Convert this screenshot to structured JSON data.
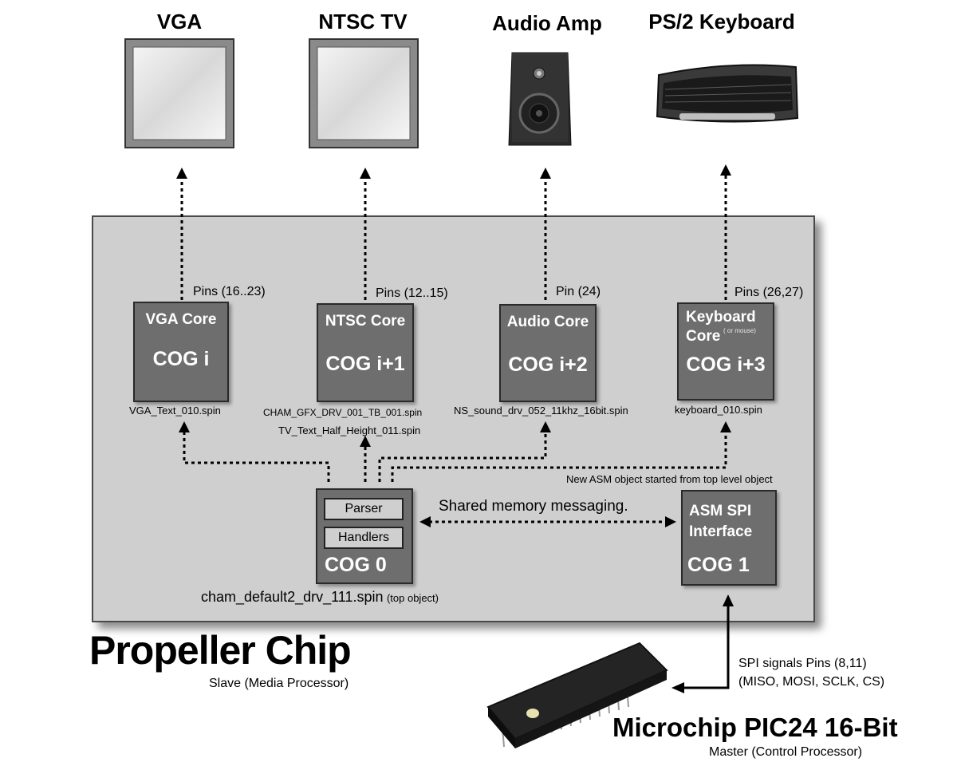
{
  "devices": {
    "vga": "VGA",
    "ntsc": "NTSC TV",
    "audio": "Audio Amp",
    "keyboard": "PS/2 Keyboard"
  },
  "cores": {
    "vga": {
      "name": "VGA Core",
      "cog": "COG i",
      "pins": "Pins (16..23)",
      "file": "VGA_Text_010.spin"
    },
    "ntsc": {
      "name": "NTSC Core",
      "cog": "COG i+1",
      "pins": "Pins (12..15)",
      "file": "CHAM_GFX_DRV_001_TB_001.spin",
      "file2": "TV_Text_Half_Height_011.spin"
    },
    "audio": {
      "name": "Audio Core",
      "cog": "COG i+2",
      "pins": "Pin (24)",
      "file": "NS_sound_drv_052_11khz_16bit.spin"
    },
    "keyboard": {
      "name": "Keyboard",
      "name2": "Core",
      "note": "( or mouse)",
      "cog": "COG i+3",
      "pins": "Pins (26,27)",
      "file": "keyboard_010.spin"
    }
  },
  "cog0": {
    "parser": "Parser",
    "handlers": "Handlers",
    "cog": "COG 0",
    "file": "cham_default2_drv_111.spin",
    "file_note": "(top object)"
  },
  "cog1": {
    "name": "ASM SPI",
    "name2": "Interface",
    "cog": "COG 1",
    "note": "New ASM object started from top level object"
  },
  "shared_memory": "Shared memory messaging.",
  "propeller": {
    "title": "Propeller Chip",
    "subtitle": "Slave (Media Processor)"
  },
  "pic": {
    "title": "Microchip PIC24 16-Bit",
    "subtitle": "Master (Control Processor)"
  },
  "spi": {
    "line1": "SPI signals Pins (8,11)",
    "line2": "(MISO, MOSI, SCLK, CS)"
  }
}
